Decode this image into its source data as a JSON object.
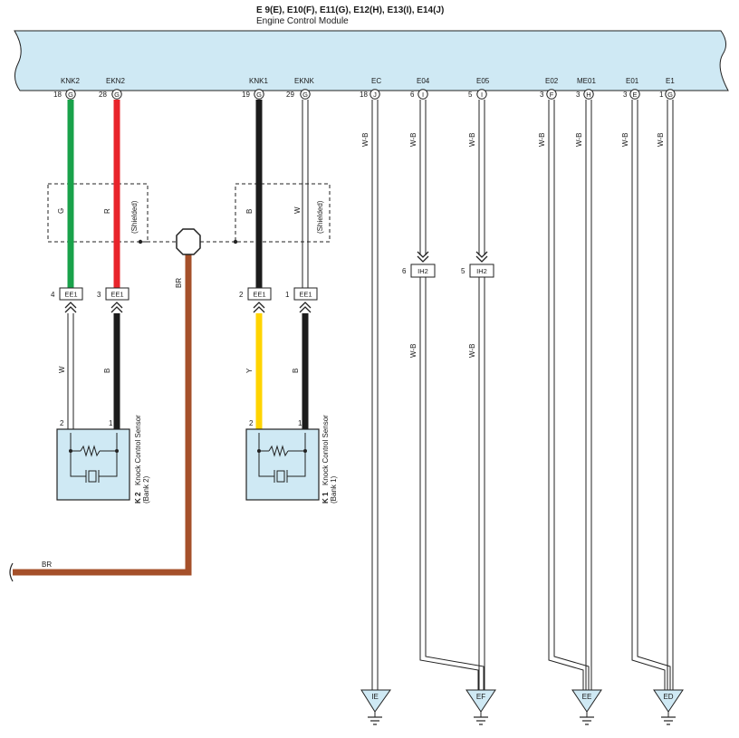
{
  "ecm": {
    "title": "E 9(E), E10(F), E11(G), E12(H), E13(I), E14(J)",
    "subtitle": "Engine Control Module"
  },
  "signals": {
    "knk2": "KNK2",
    "ekn2": "EKN2",
    "knk1": "KNK1",
    "eknk": "EKNK",
    "ec": "EC",
    "e04": "E04",
    "e05": "E05",
    "e02": "E02",
    "me01": "ME01",
    "e01": "E01",
    "e1": "E1"
  },
  "pins": {
    "knk2": "18",
    "ekn2": "28",
    "knk1": "19",
    "eknk": "29",
    "ec": "18",
    "e04": "6",
    "e05": "5",
    "e02": "3",
    "me01": "3",
    "e01": "3",
    "e1": "1"
  },
  "pin_letters": {
    "knk2": "G",
    "ekn2": "G",
    "knk1": "G",
    "eknk": "G",
    "ec": "J",
    "e04": "I",
    "e05": "I",
    "e02": "F",
    "me01": "H",
    "e01": "E",
    "e1": "G"
  },
  "wire_colors": {
    "upper_knk2": "G",
    "upper_ekn2": "R",
    "upper_knk1": "B",
    "upper_eknk": "W",
    "lower_k2_pin2": "W",
    "lower_k2_pin1": "B",
    "lower_k1_pin2": "Y",
    "lower_k1_pin1": "B",
    "shield": "BR",
    "shield_bottom": "BR",
    "ec": "W-B",
    "e04": "W-B",
    "e05": "W-B",
    "e02": "W-B",
    "me01": "W-B",
    "e01": "W-B",
    "e1": "W-B",
    "e04_lower": "W-B",
    "e05_lower": "W-B"
  },
  "shielded_label": "(Shielded)",
  "connectors": {
    "ee1": "EE1",
    "ih2": "IH2",
    "knk2_pin": "4",
    "ekn2_pin": "3",
    "knk1_pin": "2",
    "eknk_pin": "1",
    "ih2_e04_pin": "6",
    "ih2_e05_pin": "5"
  },
  "sensors": {
    "k2": {
      "code": "K 2",
      "name": "Knock Control Sensor",
      "bank": "(Bank 2)",
      "pin_left": "2",
      "pin_right": "1"
    },
    "k1": {
      "code": "K 1",
      "name": "Knock Control Sensor",
      "bank": "(Bank 1)",
      "pin_left": "2",
      "pin_right": "1"
    }
  },
  "grounds": {
    "ie": "IE",
    "ef": "EF",
    "ee": "EE",
    "ed": "ED"
  },
  "colors": {
    "ecm_fill": "#cfe9f4",
    "sensor_fill": "#cfe9f4",
    "green": "#19a24a",
    "red": "#e8242b",
    "black": "#1c1c1c",
    "yellow": "#ffd400",
    "brown": "#a5502a",
    "line": "#222222"
  }
}
